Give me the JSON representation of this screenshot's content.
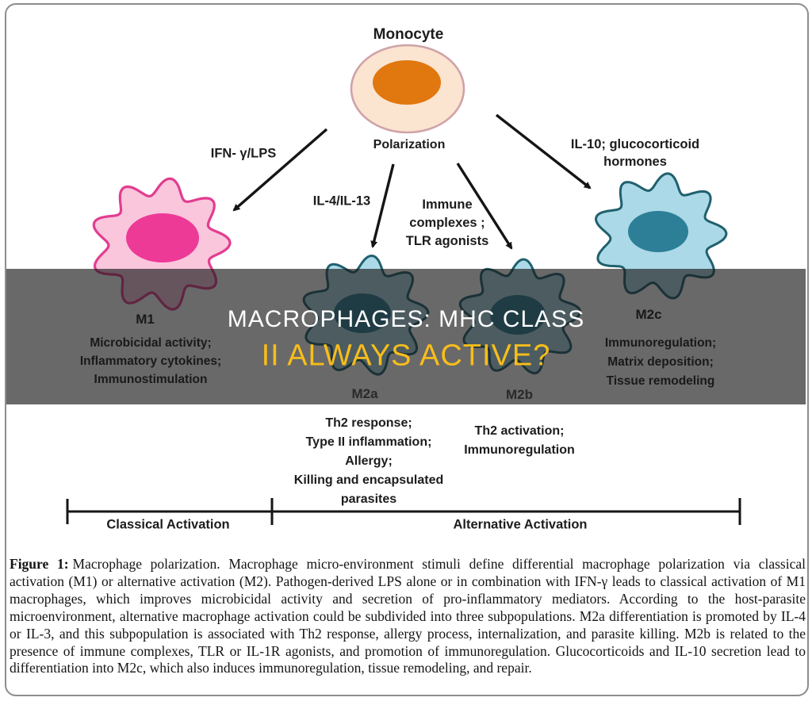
{
  "figure": {
    "monocyte_label": "Monocyte",
    "polarization_label": "Polarization",
    "stimuli": {
      "m1": "IFN- γ/LPS",
      "m2a": "IL-4/IL-13",
      "m2b_lines": [
        "Immune",
        "complexes ;",
        "TLR agonists"
      ],
      "m2c_lines": [
        "IL-10; glucocorticoid",
        "hormones"
      ]
    },
    "cells": {
      "m1": {
        "label": "M1",
        "functions": [
          "Microbicidal activity;",
          "Inflammatory cytokines;",
          "Immunostimulation"
        ]
      },
      "m2a": {
        "label": "M2a",
        "functions": [
          "Th2 response;",
          "Type II inflammation;",
          "Allergy;",
          "Killing and encapsulated",
          "parasites"
        ]
      },
      "m2b": {
        "label": "M2b",
        "functions": [
          "Th2 activation;",
          "Immunoregulation"
        ]
      },
      "m2c": {
        "label": "M2c",
        "functions": [
          "Immunoregulation;",
          "Matrix deposition;",
          "Tissue remodeling"
        ]
      }
    },
    "activation_axis": {
      "classical": "Classical Activation",
      "alternative": "Alternative Activation"
    }
  },
  "banner": {
    "title_line1": "MACROPHAGES: MHC CLASS",
    "title_line2": "II ALWAYS ACTIVE?"
  },
  "caption": {
    "label": "Figure 1:",
    "text": "Macrophage polarization. Macrophage micro-environment stimuli define differential macrophage polarization via classical activation (M1) or alternative activation (M2). Pathogen-derived LPS alone or in combination with IFN-γ leads to classical activation of M1 macrophages, which improves microbicidal activity and secretion of pro-inflammatory mediators. According to the host-parasite microenvironment, alternative macrophage activation could be subdivided into three subpopulations. M2a differentiation is promoted by IL-4 or IL-3, and this subpopulation is associated with Th2 response, allergy process, internalization, and parasite killing. M2b is related to the presence of immune complexes, TLR or IL-1R agonists, and promotion of immunoregulation. Glucocorticoids and IL-10 secretion lead to differentiation into M2c, which also induces immunoregulation, tissue remodeling, and repair."
  },
  "colors": {
    "title_line1": "#ffffff",
    "title_line2": "#f8bd1b",
    "ink": "#151515",
    "m1_fill": "#f9c6dc",
    "m1_stroke": "#e23d90",
    "m1_nucleus": "#ee3a97",
    "m2_fill": "#abd9e7",
    "m2_stroke": "#20606e",
    "m2_nucleus": "#2c7f97",
    "monocyte_fill": "#fbe4d0",
    "monocyte_stroke": "#cfa3a8",
    "monocyte_nucleus": "#e1770f"
  }
}
